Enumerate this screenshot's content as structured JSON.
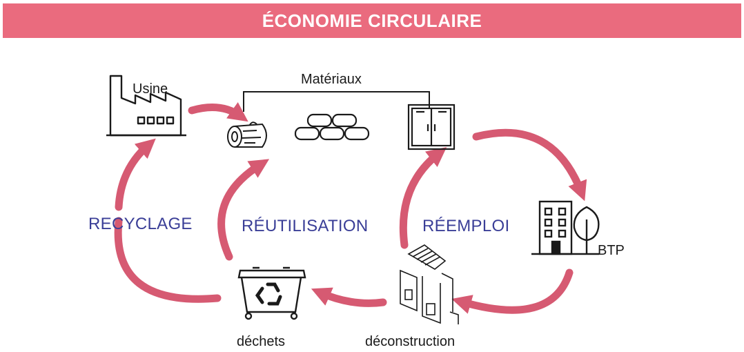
{
  "banner": {
    "title": "ÉCONOMIE CIRCULAIRE"
  },
  "nodes": {
    "factory": "Usine",
    "materials": "Matériaux",
    "building": "BTP",
    "waste": "déchets",
    "deconstruction": "déconstruction"
  },
  "cycles": {
    "recycling": "RECYCLAGE",
    "reuse": "RÉUTILISATION",
    "reemploy": "RÉEMPLOI"
  },
  "colors": {
    "banner": "#ea6b7e",
    "arrow": "#d65a72",
    "cycle_label": "#3a3e97",
    "icon_stroke": "#1a1a1a"
  },
  "icons": [
    "factory-icon",
    "log-icon",
    "bricks-icon",
    "window-icon",
    "building-icon",
    "tree-icon",
    "recycling-bin-icon",
    "deconstruction-icon"
  ]
}
